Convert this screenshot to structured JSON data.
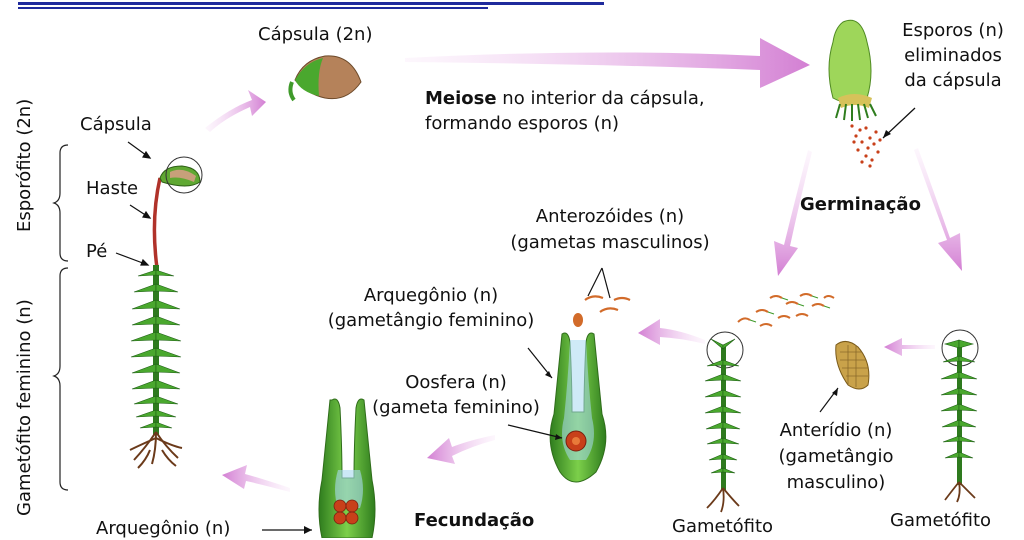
{
  "labels": {
    "capsula_2n": "Cápsula (2n)",
    "capsula": "Cápsula",
    "haste": "Haste",
    "pe": "Pé",
    "esporofito": "Esporófito (2n)",
    "gametofito_feminino": "Gametófito feminino (n)",
    "meiose_bold": "Meiose",
    "meiose_rest": " no interior da cápsula,",
    "meiose_line2": "formando esporos (n)",
    "esporos_line1": "Esporos (n)",
    "esporos_line2": "eliminados",
    "esporos_line3": "da cápsula",
    "germinacao": "Germinação",
    "anterozoides_line1": "Anterozóides (n)",
    "anterozoides_line2": "(gametas masculinos)",
    "arquegonio_line1": "Arquegônio (n)",
    "arquegonio_line2": "(gametângio feminino)",
    "oosfera_line1": "Oosfera (n)",
    "oosfera_line2": "(gameta feminino)",
    "anteridio_line1": "Anterídio (n)",
    "anteridio_line2": "(gametângio",
    "anteridio_line3": "masculino)",
    "gametofito_1": "Gametófito",
    "gametofito_2": "Gametófito",
    "arquegonio_bottom": "Arquegônio (n)",
    "fecundacao": "Fecundação"
  },
  "colors": {
    "header_line": "#1f2a9c",
    "arrow": "#d986d9",
    "plant_green": "#3f9a2a",
    "plant_dark": "#1d5e14",
    "stalk": "#b0322a",
    "root": "#6b3a1a",
    "spore": "#c8401a"
  }
}
